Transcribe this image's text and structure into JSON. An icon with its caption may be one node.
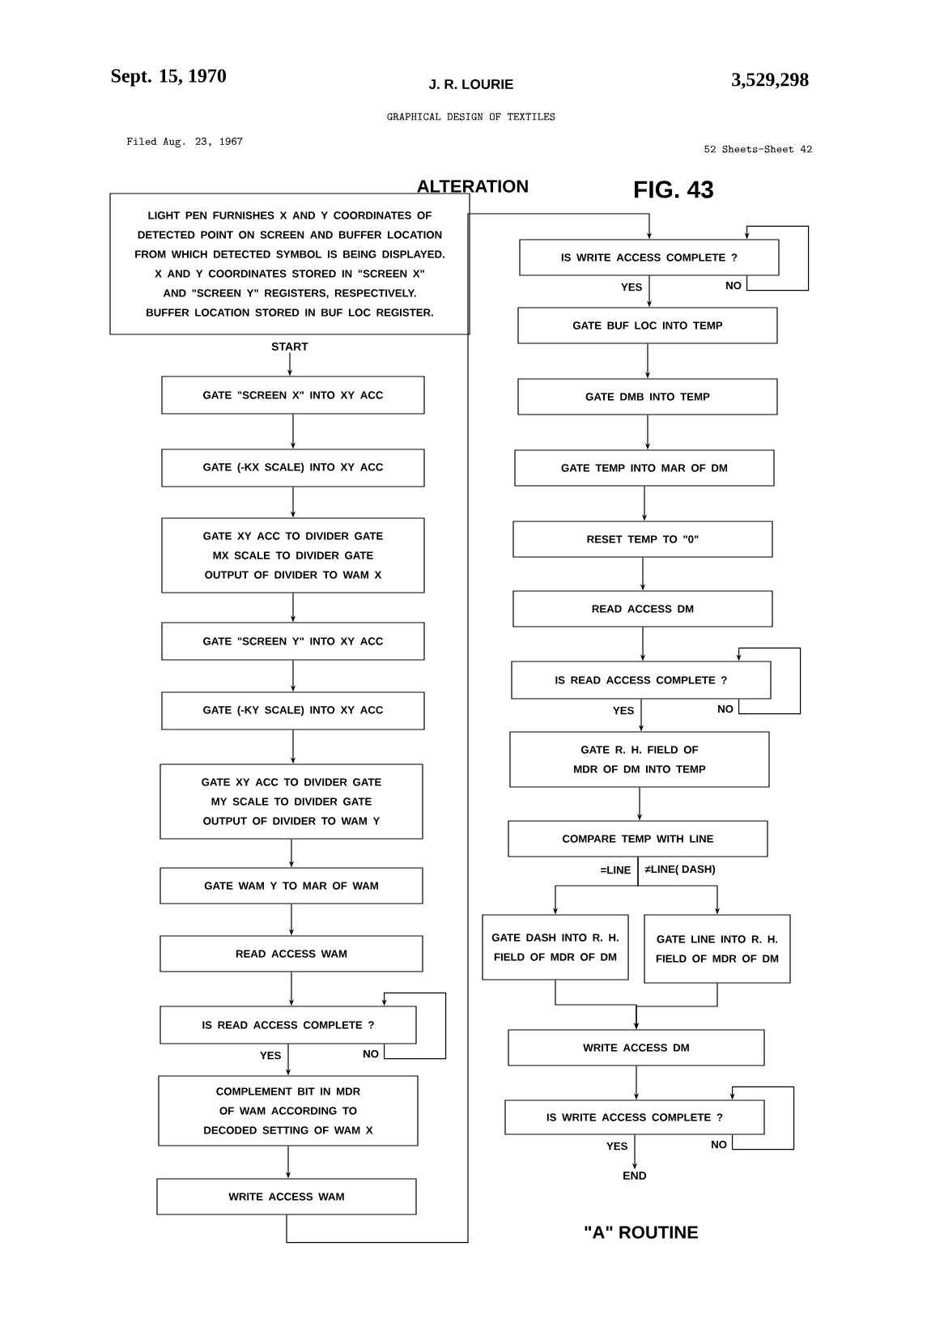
{
  "diagram": {
    "nodes": [
      {
        "text": [
          "LIGHT PEN FURNISHES X AND Y COORDINATES OF DETECTED POINT ON SCREEN AND BUFFER LOCATION FROM WHICH DETECTED SYMBOL IS BEING DISPLAYED. X AND Y COORDINATES STORED IN \"SCREEN X\" AND \"SCREEN Y\" REGISTERS, RESPECTIVELY. BUFFER LOCATION STORED IN BUF LOC REGISTER."
        ]
      },
      {
        "text": [
          "START"
        ]
      },
      {
        "text": [
          "GATE \"SCREEN X\" INTO XY ACC"
        ]
      },
      {
        "text": [
          "GATE (-KX SCALE) INTO XY ACC"
        ]
      },
      {
        "text": [
          "GATE XY ACC TO DIVIDER GATE MX SCALE TO DIVIDER GATE OUTPUT OF DIVIDER TO WAM X"
        ]
      },
      {
        "text": [
          "GATE \"SCREEN Y\" INTO XY ACC"
        ]
      },
      {
        "text": [
          "GATE (-KY SCALE) INTO XY ACC"
        ]
      },
      {
        "text": [
          "GATE XY ACC TO DIVIDER GATE MY SCALE TO DIVIDER GATE OUTPUT OF DIVIDER TO WAM Y"
        ]
      },
      {
        "text": [
          "GATE WAM Y TO MAR OF WAM"
        ]
      },
      {
        "text": [
          "READ ACCESS WAM"
        ]
      },
      {
        "text": [
          "IS READ ACCESS COMPLETE ?"
        ]
      },
      {
        "text": [
          "COMPLEMENT BIT IN MDR OF WAM ACCORDING TO DECODED SETTING OF WAM X"
        ]
      },
      {
        "text": [
          "WRITE ACCESS WAM"
        ]
      },
      {
        "text": [
          "IS WRITE ACCESS COMPLETE ?"
        ]
      },
      {
        "text": [
          "GATE BUF LOC INTO TEMP"
        ]
      },
      {
        "text": [
          "GATE DMB INTO TEMP"
        ]
      },
      {
        "text": [
          "GATE TEMP INTO MAR OF DM"
        ]
      },
      {
        "text": [
          "RESET TEMP TO \"0\""
        ]
      },
      {
        "text": [
          "READ ACCESS DM"
        ]
      },
      {
        "text": [
          "IS READ ACCESS COMPLETE ?"
        ]
      },
      {
        "text": [
          "GATE R. H. FIELD OF MDR OF DM INTO TEMP"
        ]
      },
      {
        "text": [
          "COMPARE TEMP WITH LINE"
        ]
      },
      {
        "text": [
          "GATE DASH INTO R. H. FIELD OF MDR OF DM"
        ]
      },
      {
        "text": [
          "GATE LINE INTO R. H. FIELD OF MDR OF DM"
        ]
      },
      {
        "text": [
          "WRITE ACCESS DM"
        ]
      },
      {
        "text": [
          "IS WRITE ACCESS COMPLETE ?"
        ]
      },
      {
        "text": [
          "END"
        ]
      }
    ],
    "edges": [
      {
        "from": 1,
        "to": 2,
        "arrow": "to"
      },
      {
        "from": 2,
        "to": 3,
        "arrow": "to"
      },
      {
        "from": 3,
        "to": 4,
        "arrow": "to"
      },
      {
        "from": 4,
        "to": 5,
        "arrow": "to"
      },
      {
        "from": 5,
        "to": 6,
        "arrow": "to"
      },
      {
        "from": 6,
        "to": 7,
        "arrow": "to"
      },
      {
        "from": 7,
        "to": 8,
        "arrow": "to"
      },
      {
        "from": 8,
        "to": 9,
        "arrow": "to"
      },
      {
        "from": 9,
        "to": 10,
        "arrow": "to"
      },
      {
        "from": 10,
        "to": 10,
        "label": "NO",
        "arrow": "to"
      },
      {
        "from": 10,
        "to": 11,
        "label": "YES",
        "arrow": "to"
      },
      {
        "from": 11,
        "to": 12,
        "arrow": "to"
      },
      {
        "from": 12,
        "to": 13,
        "arrow": "to"
      },
      {
        "from": 13,
        "to": 13,
        "label": "NO",
        "arrow": "to"
      },
      {
        "from": 13,
        "to": 14,
        "label": "YES",
        "arrow": "to"
      },
      {
        "from": 14,
        "to": 15,
        "arrow": "to"
      },
      {
        "from": 15,
        "to": 16,
        "arrow": "to"
      },
      {
        "from": 16,
        "to": 17,
        "arrow": "to"
      },
      {
        "from": 17,
        "to": 18,
        "arrow": "to"
      },
      {
        "from": 18,
        "to": 19,
        "arrow": "to"
      },
      {
        "from": 19,
        "to": 19,
        "label": "NO",
        "arrow": "to"
      },
      {
        "from": 19,
        "to": 20,
        "label": "YES",
        "arrow": "to"
      },
      {
        "from": 20,
        "to": 21,
        "arrow": "to"
      },
      {
        "from": 21,
        "to": 22,
        "label": "=LINE",
        "arrow": "to"
      },
      {
        "from": 21,
        "to": 23,
        "label": "≠LINE( DASH)",
        "arrow": "to"
      },
      {
        "from": 22,
        "to": 24,
        "arrow": "to"
      },
      {
        "from": 23,
        "to": 24,
        "arrow": "to"
      },
      {
        "from": 24,
        "to": 25,
        "arrow": "to"
      },
      {
        "from": 25,
        "to": 25,
        "label": "NO",
        "arrow": "to"
      },
      {
        "from": 25,
        "to": 26,
        "label": "YES",
        "arrow": "to"
      }
    ],
    "labels": [
      "Sept. 15, 1970",
      "J. R. LOURIE",
      "3,529,298",
      "GRAPHICAL DESIGN OF TEXTILES",
      "Filed Aug. 23, 1967",
      "52 Sheets-Sheet 42",
      "ALTERATION",
      "FIG. 43",
      "\"A\" ROUTINE"
    ]
  }
}
